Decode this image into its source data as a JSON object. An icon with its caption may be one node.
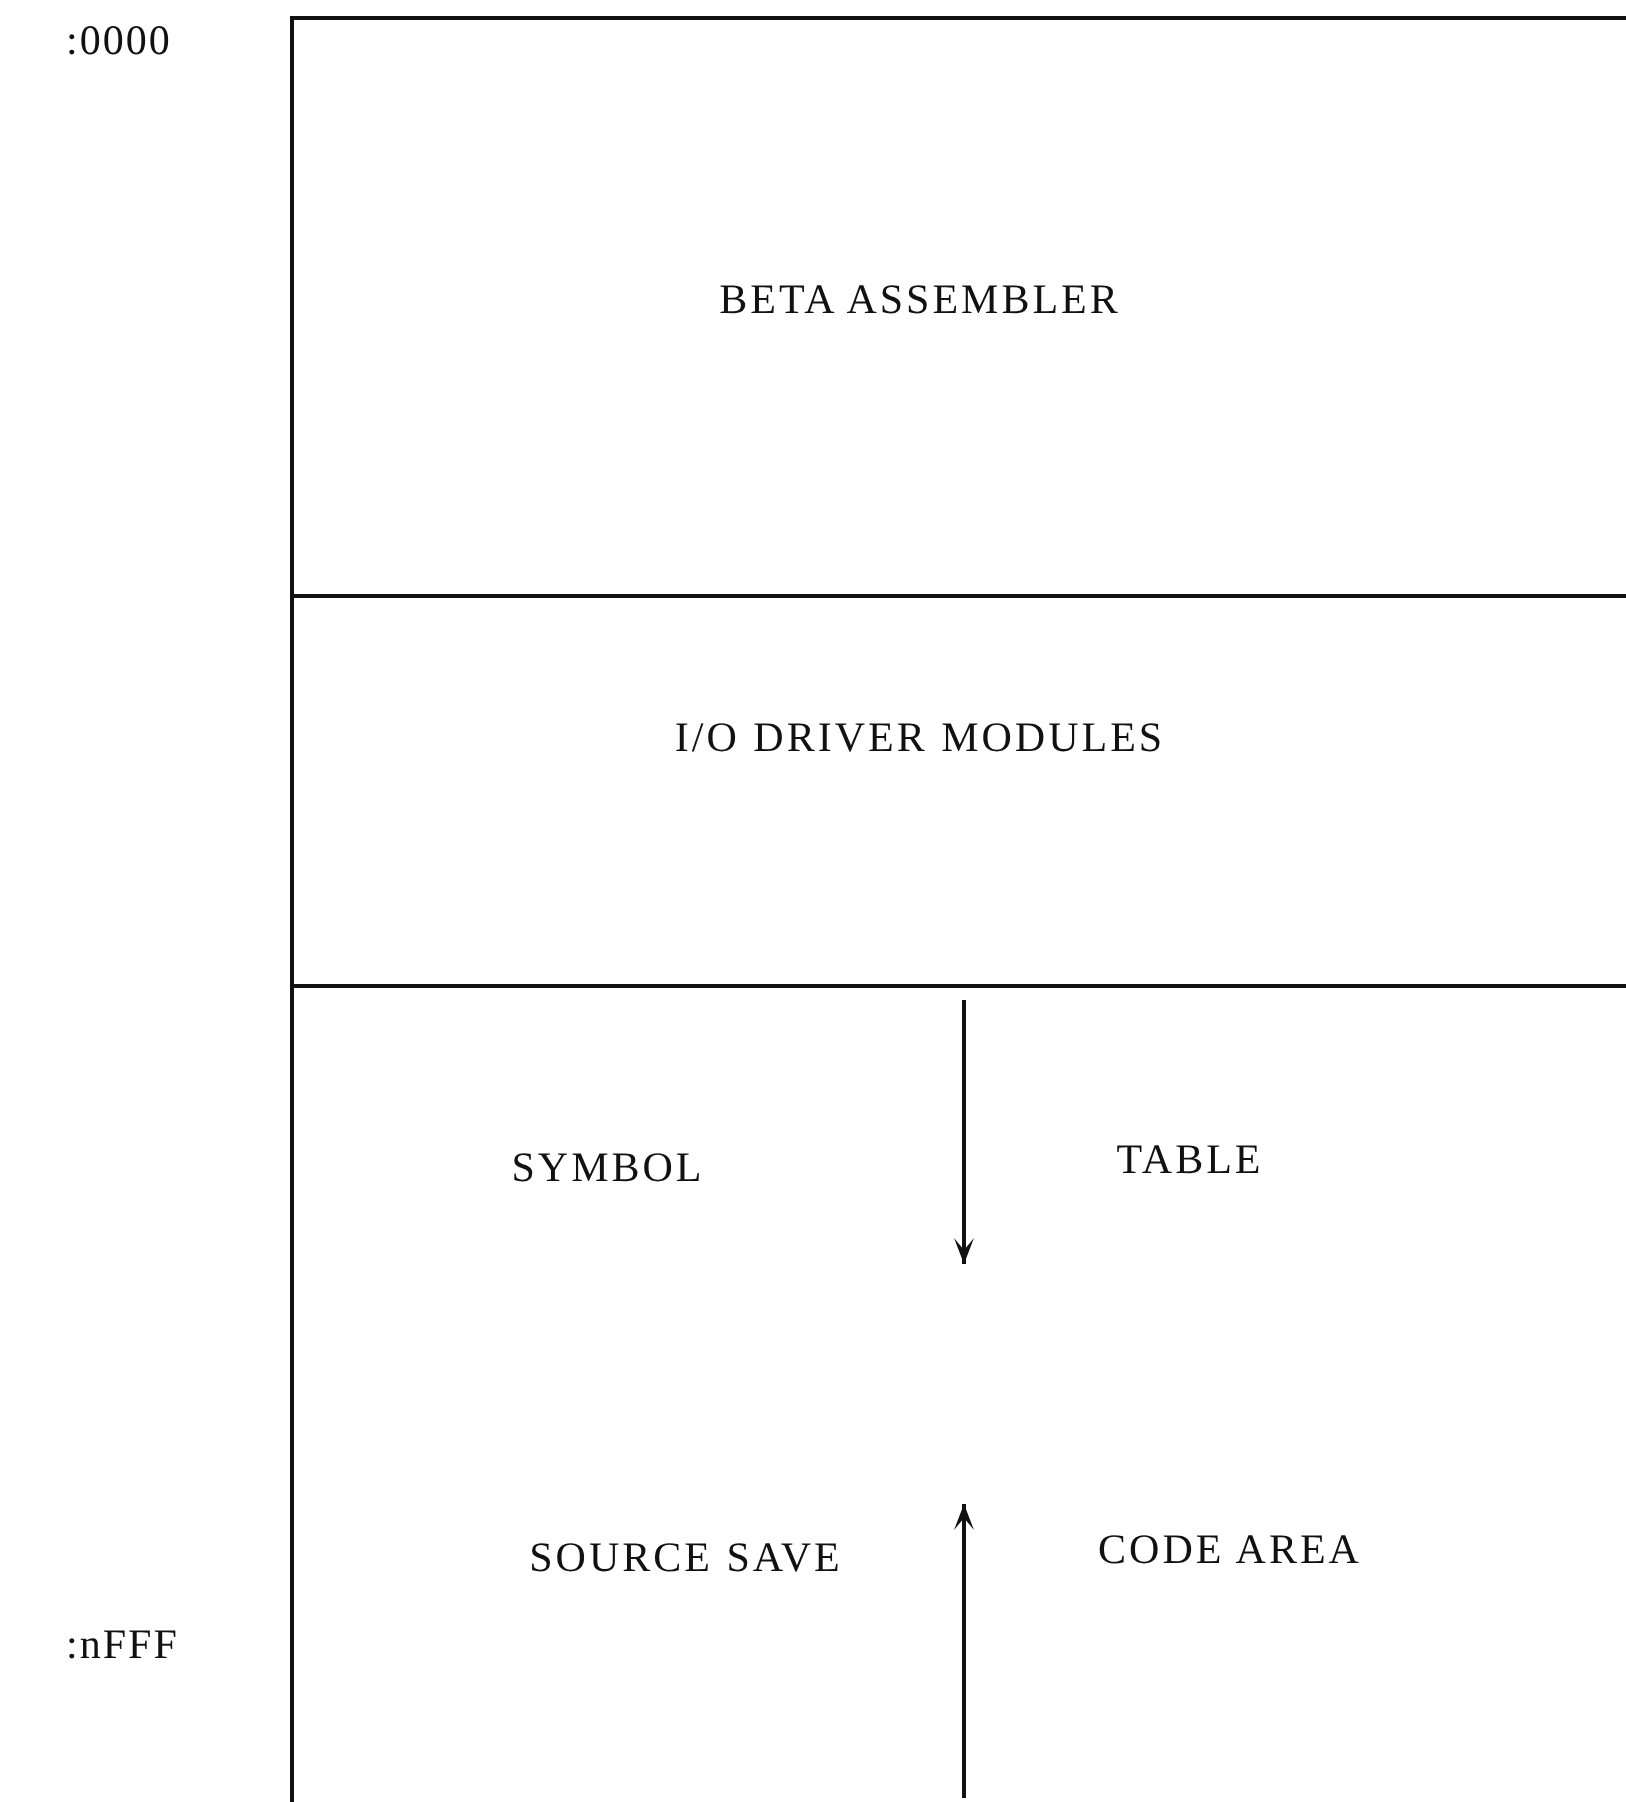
{
  "diagram": {
    "nodes": [
      {
        "text": [
          "BETA ASSEMBLER"
        ]
      },
      {
        "text": [
          "I/O DRIVER MODULES"
        ]
      },
      {
        "text": [
          "SYMBOL",
          "TABLE",
          "SOURCE SAVE",
          "CODE AREA"
        ]
      }
    ],
    "edges": [],
    "labels": [
      ":0000",
      ":nFFF"
    ]
  }
}
